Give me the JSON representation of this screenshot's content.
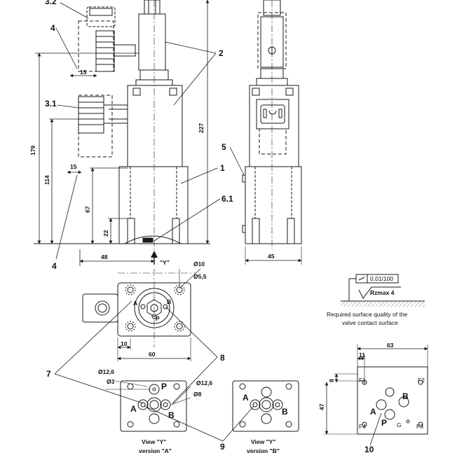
{
  "labels": {
    "callout_3_2": "3.2",
    "callout_4_top": "4",
    "callout_2": "2",
    "callout_3_1": "3.1",
    "callout_5": "5",
    "callout_1": "1",
    "callout_6_1": "6.1",
    "callout_4_bottom": "4",
    "callout_7": "7",
    "callout_8": "8",
    "callout_9": "9",
    "callout_10": "10"
  },
  "dimensions": {
    "d15_top": "15",
    "d227": "227",
    "d179": "179",
    "d114": "114",
    "d15_mid": "15",
    "d67": "67",
    "d22": "22",
    "d48": "48",
    "d45": "45",
    "d10": "10",
    "d60": "60",
    "dia10": "Ø10",
    "dia5_5": "Ø5,5",
    "dia12_6_left": "Ø12,6",
    "dia3": "Ø3",
    "dia12_6_right": "Ø12,6",
    "dia8": "Ø8",
    "d63": "63",
    "d11": "11",
    "d8": "8",
    "d47": "47"
  },
  "view_y": {
    "arrow_label": "\"Y\"",
    "label_a": "View \"Y\"",
    "sub_a": "version \"A\"",
    "label_b": "View \"Y\"",
    "sub_b": "version \"B\""
  },
  "ports": {
    "A": "A",
    "B": "B",
    "P": "P",
    "F1": "F1",
    "F2": "F2",
    "F3": "F3",
    "F4": "F4",
    "G": "G"
  },
  "surface": {
    "flatness": "0,01/100",
    "roughness": "Rzmax 4",
    "note_line1": "Required surface quality of the",
    "note_line2": "valve contact surface"
  },
  "colors": {
    "line": "#1a1a1a",
    "fill": "#ffffff",
    "hatch": "#888888"
  }
}
